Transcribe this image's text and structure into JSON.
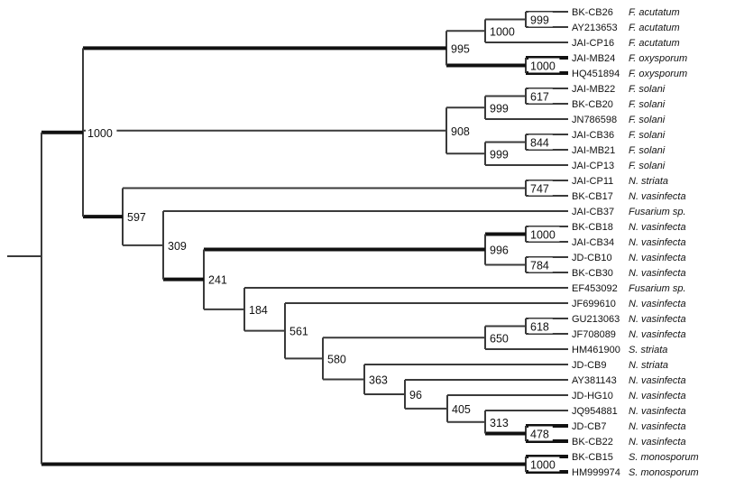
{
  "tree": {
    "taxa": [
      {
        "id": "BK-CB26",
        "species": "F. acutatum"
      },
      {
        "id": "AY213653",
        "species": "F. acutatum"
      },
      {
        "id": "JAI-CP16",
        "species": "F. acutatum"
      },
      {
        "id": "JAI-MB24",
        "species": "F. oxysporum"
      },
      {
        "id": "HQ451894",
        "species": "F. oxysporum"
      },
      {
        "id": "JAI-MB22",
        "species": "F. solani"
      },
      {
        "id": "BK-CB20",
        "species": "F. solani"
      },
      {
        "id": "JN786598",
        "species": "F. solani"
      },
      {
        "id": "JAI-CB36",
        "species": "F. solani"
      },
      {
        "id": "JAI-MB21",
        "species": "F. solani"
      },
      {
        "id": "JAI-CP13",
        "species": "F. solani"
      },
      {
        "id": "JAI-CP11",
        "species": "N. striata"
      },
      {
        "id": "BK-CB17",
        "species": "N. vasinfecta"
      },
      {
        "id": "JAI-CB37",
        "species": "Fusarium sp."
      },
      {
        "id": "BK-CB18",
        "species": "N. vasinfecta"
      },
      {
        "id": "JAI-CB34",
        "species": "N. vasinfecta"
      },
      {
        "id": "JD-CB10",
        "species": "N. vasinfecta"
      },
      {
        "id": "BK-CB30",
        "species": "N. vasinfecta"
      },
      {
        "id": "EF453092",
        "species": "Fusarium sp."
      },
      {
        "id": "JF699610",
        "species": "N. vasinfecta"
      },
      {
        "id": "GU213063",
        "species": "N. vasinfecta"
      },
      {
        "id": "JF708089",
        "species": "N. vasinfecta"
      },
      {
        "id": "HM461900",
        "species": "S. striata"
      },
      {
        "id": "JD-CB9",
        "species": "N. striata"
      },
      {
        "id": "AY381143",
        "species": "N. vasinfecta"
      },
      {
        "id": "JD-HG10",
        "species": "N. vasinfecta"
      },
      {
        "id": "JQ954881",
        "species": "N. vasinfecta"
      },
      {
        "id": "JD-CB7",
        "species": "N. vasinfecta"
      },
      {
        "id": "BK-CB22",
        "species": "N. vasinfecta"
      },
      {
        "id": "BK-CB15",
        "species": "S. monosporum"
      },
      {
        "id": "HM999974",
        "species": "S. monosporum"
      }
    ],
    "bootstrap": [
      {
        "value": "999"
      },
      {
        "value": "1000"
      },
      {
        "value": "995"
      },
      {
        "value": "1000"
      },
      {
        "value": "617"
      },
      {
        "value": "999"
      },
      {
        "value": "908"
      },
      {
        "value": "844"
      },
      {
        "value": "999"
      },
      {
        "value": "1000"
      },
      {
        "value": "747"
      },
      {
        "value": "597"
      },
      {
        "value": "309"
      },
      {
        "value": "1000"
      },
      {
        "value": "996"
      },
      {
        "value": "784"
      },
      {
        "value": "241"
      },
      {
        "value": "184"
      },
      {
        "value": "561"
      },
      {
        "value": "618"
      },
      {
        "value": "650"
      },
      {
        "value": "580"
      },
      {
        "value": "363"
      },
      {
        "value": "96"
      },
      {
        "value": "405"
      },
      {
        "value": "313"
      },
      {
        "value": "478"
      },
      {
        "value": "1000"
      }
    ]
  }
}
